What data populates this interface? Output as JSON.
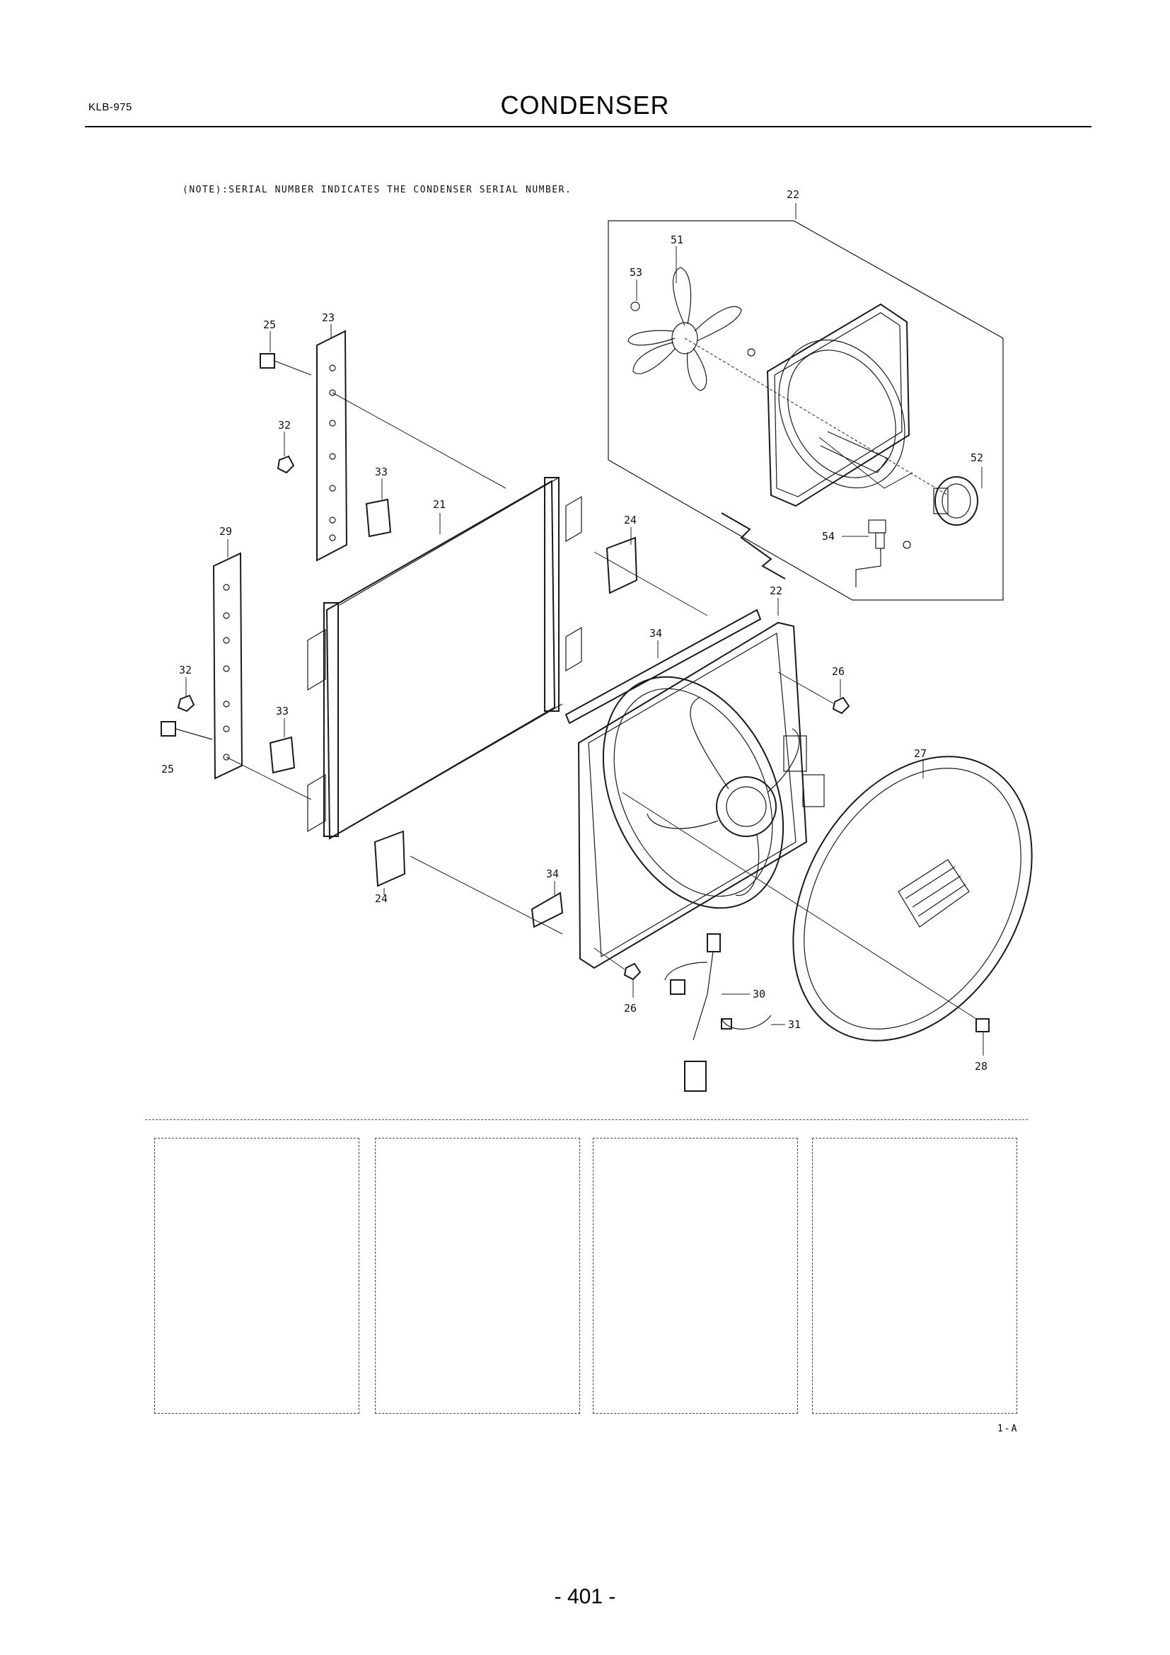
{
  "header": {
    "doc_code": "KLB-975",
    "title": "CONDENSER"
  },
  "diagram": {
    "note": "(NOTE):SERIAL NUMBER INDICATES THE CONDENSER SERIAL NUMBER.",
    "callouts": {
      "c21": "21",
      "c22_top": "22",
      "c22_mid": "22",
      "c23": "23",
      "c24_top": "24",
      "c24_bottom": "24",
      "c25_top": "25",
      "c25_bottom": "25",
      "c26_top": "26",
      "c26_bottom": "26",
      "c27": "27",
      "c28": "28",
      "c29": "29",
      "c30": "30",
      "c31": "31",
      "c32_top": "32",
      "c32_bottom": "32",
      "c33_top": "33",
      "c33_bottom": "33",
      "c34_top": "34",
      "c34_bottom": "34",
      "c51": "51",
      "c52": "52",
      "c53": "53",
      "c54": "54"
    },
    "sheet_ref": "1-A"
  },
  "footer": {
    "page_number": "- 401 -"
  }
}
